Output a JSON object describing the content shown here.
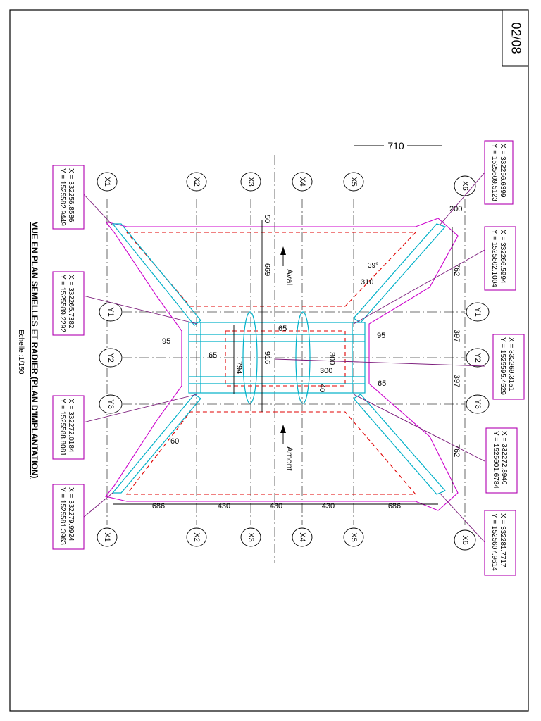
{
  "sheet": {
    "number": "02/08"
  },
  "title": {
    "line1": "VUE EN PLAN SEMELLES ET RADIER (PLAN D'IMPLANTATION)",
    "line2": "Echelle :1/150"
  },
  "grid": {
    "x_top": [
      "X1",
      "X2",
      "X3",
      "X4",
      "X5",
      "X6"
    ],
    "x_bottom": [
      "X1",
      "X2",
      "X3",
      "X4",
      "X5",
      "X6"
    ],
    "y_left": [
      "Y1",
      "Y2",
      "Y3"
    ],
    "y_right": [
      "Y1",
      "Y2",
      "Y3"
    ]
  },
  "flow": {
    "upstream": "Aval",
    "downstream": "Amont"
  },
  "coordinate_boxes": [
    {
      "x": "X = 332256.6399",
      "y": "Y = 1525609.5123"
    },
    {
      "x": "X = 332256.8586",
      "y": "Y = 1525582.9449"
    },
    {
      "x": "X = 332266.5994",
      "y": "Y = 1525602.1004"
    },
    {
      "x": "X = 332265.7382",
      "y": "Y = 1525589.2292"
    },
    {
      "x": "X = 332269.3151",
      "y": "Y = 1525595.4529"
    },
    {
      "x": "X = 332272.0184",
      "y": "Y = 1525588.8081"
    },
    {
      "x": "X = 332272.8940",
      "y": "Y = 1525601.6784"
    },
    {
      "x": "X = 332279.9924",
      "y": "Y = 1525581.3963"
    },
    {
      "x": "X = 332281.7717",
      "y": "Y = 1525607.9614"
    }
  ],
  "dimensions": {
    "top_overall": "710",
    "bottom_chain": [
      "686",
      "430",
      "430",
      "430",
      "686"
    ],
    "right_chain": [
      "762",
      "397",
      "397",
      "762"
    ],
    "left_inner": [
      "669",
      "916",
      "794"
    ],
    "small": [
      "50",
      "200",
      "39°",
      "310",
      "95",
      "65",
      "65",
      "95",
      "300",
      "300",
      "40",
      "65",
      "60"
    ]
  }
}
